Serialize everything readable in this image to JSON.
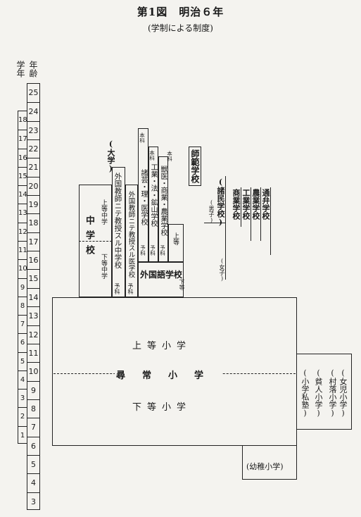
{
  "title": "第1図　明治６年",
  "subtitle": "(学制による制度)",
  "axis": {
    "grade_header": "学年",
    "age_header": "年齢",
    "ages": [
      "25",
      "24",
      "23",
      "22",
      "21",
      "20",
      "19",
      "18",
      "17",
      "16",
      "15",
      "14",
      "13",
      "12",
      "11",
      "10",
      "9",
      "8",
      "7",
      "6",
      "5",
      "4",
      "3"
    ],
    "grades": [
      "18",
      "17",
      "16",
      "15",
      "14",
      "13",
      "12",
      "11",
      "10",
      "9",
      "8",
      "7",
      "6",
      "5",
      "4",
      "3",
      "2",
      "1"
    ]
  },
  "schools": {
    "daigaku": "(大学)",
    "chugaku": "中学校",
    "jouto_chugaku": "上等中学",
    "kato_chugaku": "下等中学",
    "gaikoku_kyoshi_chugaku": "外国教師ニテ教授スル中学校",
    "gaikoku_kyoshi_chugaku_yoka": "予科",
    "gaikoku_kyoshi_igaku": "外国教師ニテ教授スル医学校",
    "gaikoku_kyoshi_igaku_yoka": "予科",
    "shogei_honka": "本科",
    "shogei": "諸芸・理・医学校",
    "shogei_yoka": "予科",
    "kogyo_honka": "本科",
    "kogyo": "工業・法・鉱山学校",
    "kogyo_yoka": "予科",
    "juui_honka": "本科",
    "juui": "獣医・商業・農業学校",
    "juui_yoka": "予科",
    "gaikokugo_joto": "上等",
    "gaikokugo": "外国語学校",
    "gaikokugo_kato": "下等",
    "shihan": "師範学校",
    "shomin": "(諸民学校)",
    "shomin_danshi": "(男子)",
    "shomin_joshi": "(女子)",
    "shogyo": "商業学校",
    "kogyo2": "工業学校",
    "nogyo": "農業学校",
    "tsuben": "通弁学校",
    "jouto_shogaku": "上等小学",
    "jinjo_shogaku": "尋常小学",
    "kato_shogaku": "下等小学",
    "joji_shogaku": "(女児小学)",
    "sonraku_shogaku": "(村落小学)",
    "hinnin_shogaku": "(貧人小学)",
    "shogaku_shijuku": "(小学私塾)",
    "yochi_shogaku": "(幼稚小学)"
  }
}
